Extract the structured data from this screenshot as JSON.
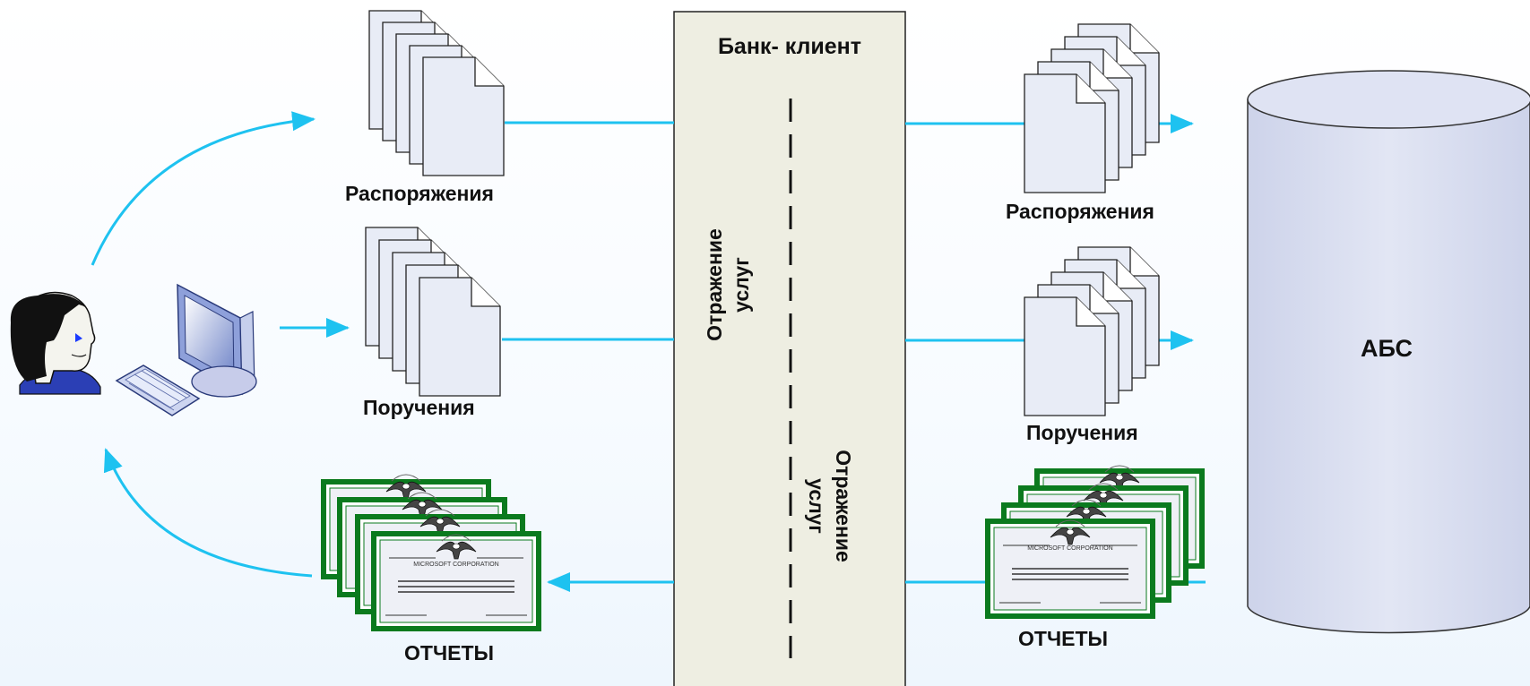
{
  "bank_box": {
    "title": "Банк- клиент"
  },
  "left": {
    "orders_label": "Распоряжения",
    "instructions_label": "Поручения",
    "reports_label": "ОТЧЕТЫ",
    "certificate_text": "MICROSOFT CORPORATION"
  },
  "right": {
    "orders_label": "Распоряжения",
    "instructions_label": "Поручения",
    "reports_label": "ОТЧЕТЫ",
    "certificate_text": "MICROSOFT CORPORATION"
  },
  "center_labels": {
    "upper_line1": "Отражение",
    "upper_line2": "услуг",
    "lower_line1": "Отражение",
    "lower_line2": "услуг"
  },
  "database": {
    "label": "АБС"
  },
  "colors": {
    "arrow": "#1ec2f0",
    "bank_box_fill": "#eeeee2",
    "cert_border": "#0b7a1e",
    "cylinder_fill": "#d9def0",
    "doc_fill": "#e8ecf6"
  }
}
